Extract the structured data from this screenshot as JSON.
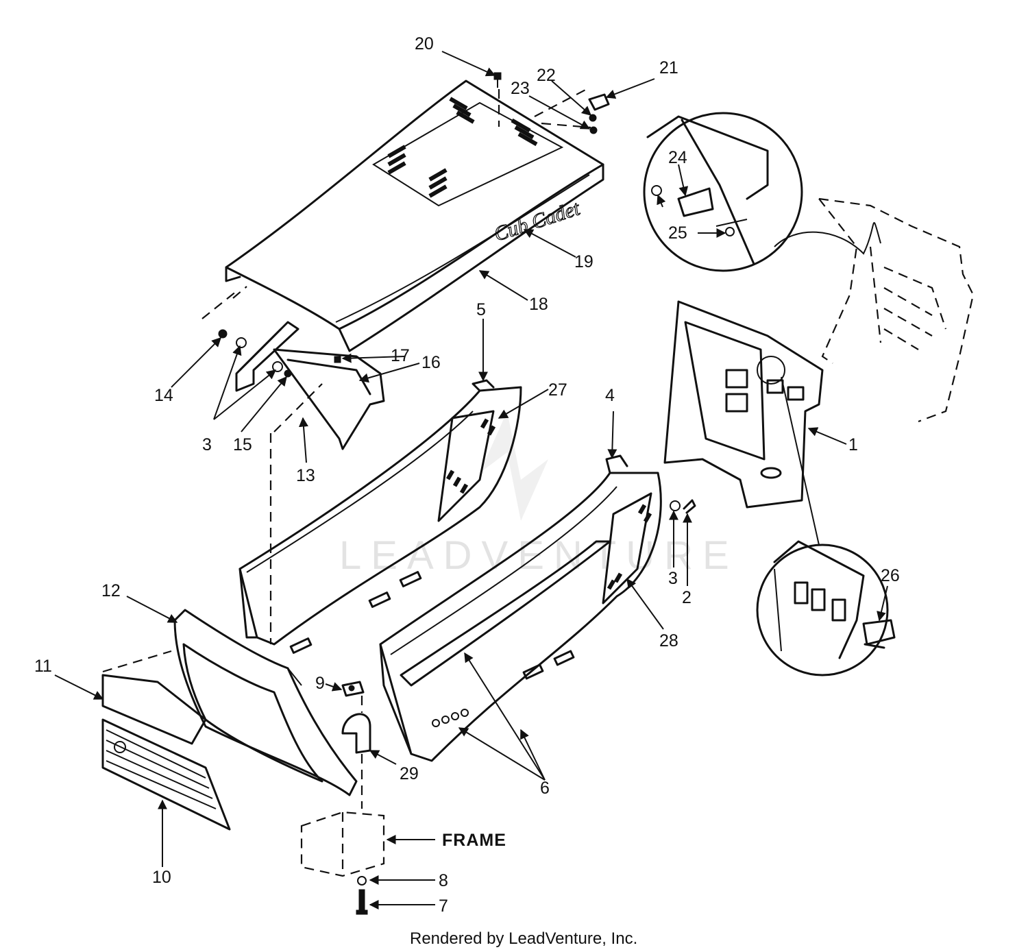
{
  "watermark": "LEADVENTURE",
  "footer": "Rendered by LeadVenture, Inc.",
  "frame_label": "FRAME",
  "logo_text": "Cub Cadet",
  "callouts": [
    {
      "id": "1",
      "text": "1"
    },
    {
      "id": "2",
      "text": "2"
    },
    {
      "id": "3a",
      "text": "3"
    },
    {
      "id": "3b",
      "text": "3"
    },
    {
      "id": "4",
      "text": "4"
    },
    {
      "id": "5",
      "text": "5"
    },
    {
      "id": "6",
      "text": "6"
    },
    {
      "id": "7",
      "text": "7"
    },
    {
      "id": "8",
      "text": "8"
    },
    {
      "id": "9",
      "text": "9"
    },
    {
      "id": "10",
      "text": "10"
    },
    {
      "id": "11",
      "text": "11"
    },
    {
      "id": "12",
      "text": "12"
    },
    {
      "id": "13",
      "text": "13"
    },
    {
      "id": "14",
      "text": "14"
    },
    {
      "id": "15",
      "text": "15"
    },
    {
      "id": "16",
      "text": "16"
    },
    {
      "id": "17",
      "text": "17"
    },
    {
      "id": "18",
      "text": "18"
    },
    {
      "id": "19",
      "text": "19"
    },
    {
      "id": "20",
      "text": "20"
    },
    {
      "id": "21",
      "text": "21"
    },
    {
      "id": "22",
      "text": "22"
    },
    {
      "id": "23",
      "text": "23"
    },
    {
      "id": "24",
      "text": "24"
    },
    {
      "id": "25",
      "text": "25"
    },
    {
      "id": "26",
      "text": "26"
    },
    {
      "id": "27",
      "text": "27"
    },
    {
      "id": "28",
      "text": "28"
    },
    {
      "id": "29",
      "text": "29"
    }
  ]
}
